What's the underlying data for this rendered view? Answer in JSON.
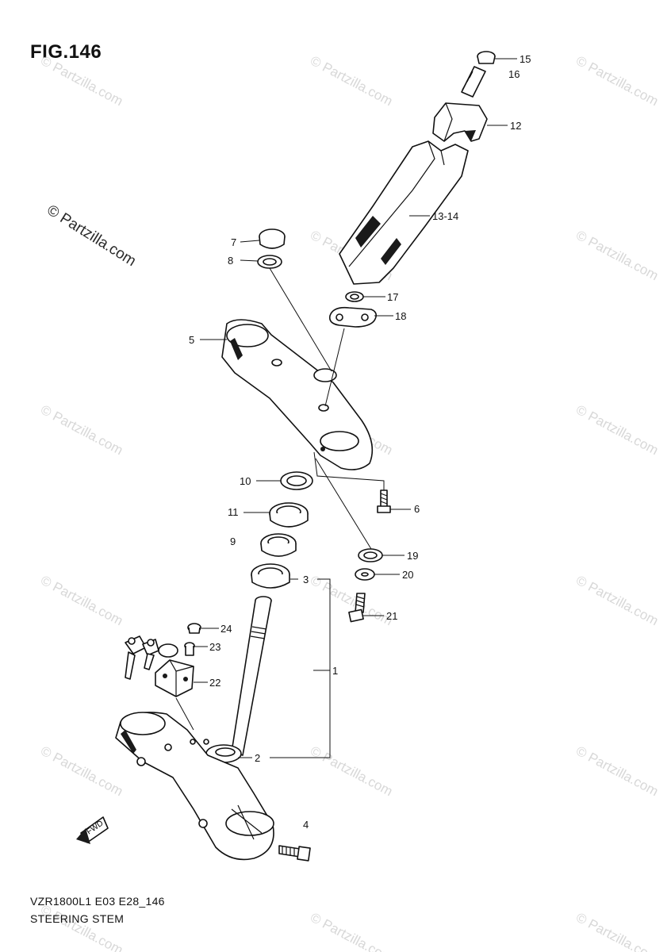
{
  "figure": {
    "title": "FIG.146",
    "model_code": "VZR1800L1 E03 E28_146",
    "section_name": "STEERING STEM"
  },
  "watermark": {
    "text": "© Partzilla.com"
  },
  "direction_marker": {
    "text": "FWD"
  },
  "callouts": [
    "15",
    "16",
    "12",
    "13-14",
    "7",
    "8",
    "17",
    "18",
    "5",
    "10",
    "6",
    "11",
    "9",
    "19",
    "3",
    "20",
    "21",
    "24",
    "23",
    "1",
    "22",
    "2",
    "4"
  ]
}
